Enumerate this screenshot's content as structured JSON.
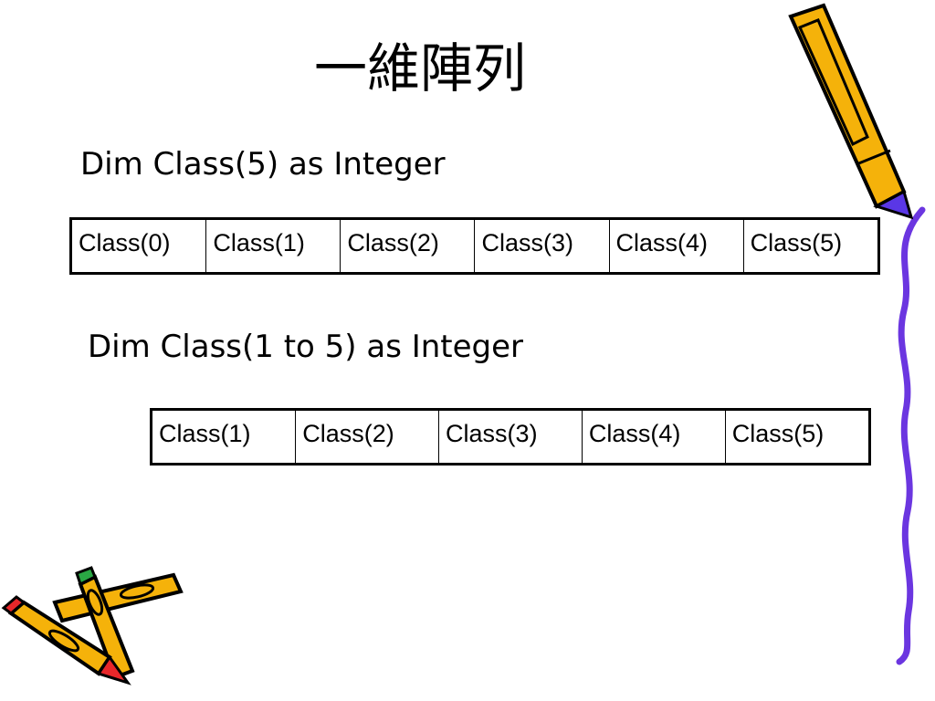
{
  "slide": {
    "title": "一維陣列",
    "code1": "Dim Class(5) as Integer",
    "code2": "Dim Class(1 to 5) as Integer",
    "table1": [
      "Class(0)",
      "Class(1)",
      "Class(2)",
      "Class(3)",
      "Class(4)",
      "Class(5)"
    ],
    "table2": [
      "Class(1)",
      "Class(2)",
      "Class(3)",
      "Class(4)",
      "Class(5)"
    ]
  },
  "colors": {
    "pencil_body": "#f5b20a",
    "pencil_outline": "#000000",
    "pencil_lead": "#5a37e6",
    "border_wave": "#6b36e0",
    "eraser_red": "#e8272a",
    "eraser_green": "#2aa844"
  },
  "icons": [
    "pencil-icon",
    "crossed-pencils-icon",
    "wavy-border-decoration"
  ]
}
